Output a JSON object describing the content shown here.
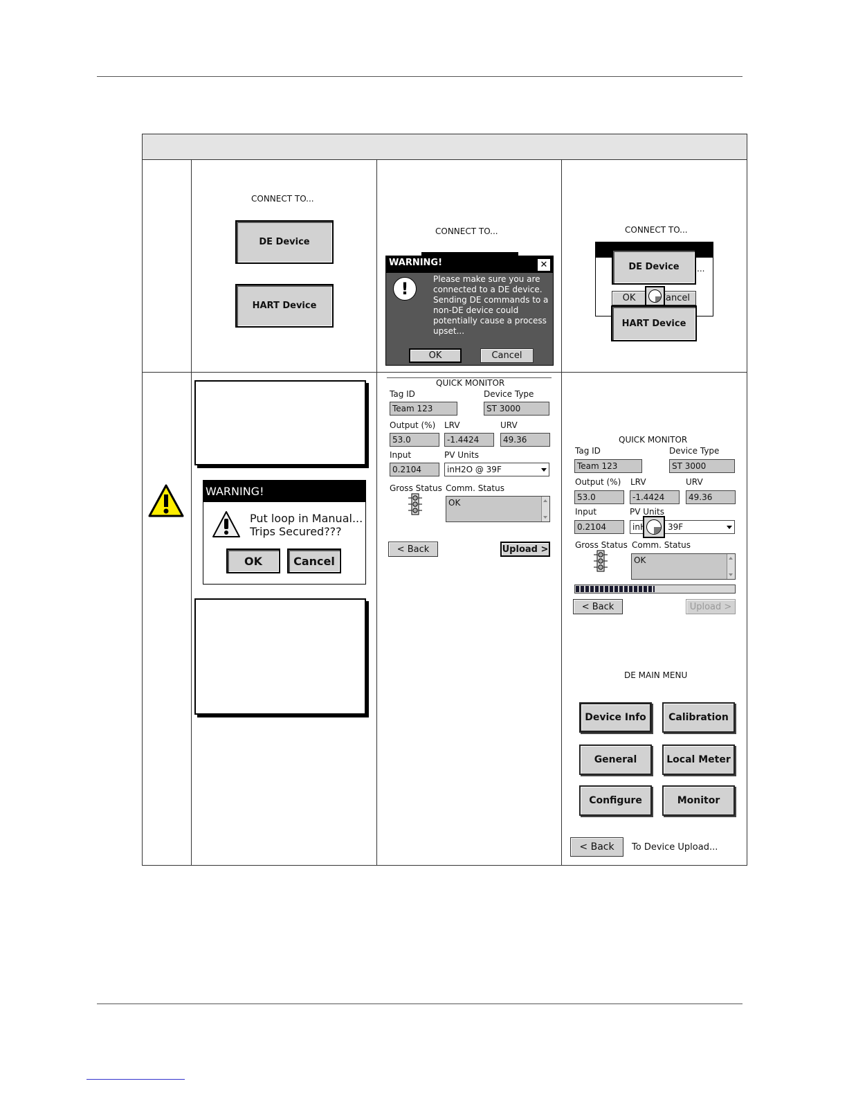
{
  "panel1": {
    "title": "CONNECT TO...",
    "de_button": "DE Device",
    "hart_button": "HART Device"
  },
  "panel2": {
    "title": "CONNECT TO...",
    "warning_title": "WARNING!",
    "close_glyph": "✕",
    "message": "Please make sure you are connected to a DE device. Sending DE commands to a non-DE device could potentially cause a process upset...",
    "ok": "OK",
    "cancel": "Cancel"
  },
  "panel3": {
    "title": "CONNECT TO...",
    "de_button": "DE Device",
    "hart_button": "HART Device",
    "ok": "OK",
    "cancel": "Cancel",
    "ellipsis": "..."
  },
  "manual_warning": {
    "title": "WARNING!",
    "line1": "Put loop in Manual...",
    "line2": "Trips Secured???",
    "ok": "OK",
    "cancel": "Cancel"
  },
  "quick_monitor_1": {
    "title": "QUICK MONITOR",
    "tag_id_label": "Tag ID",
    "tag_id": "Team 123",
    "device_type_label": "Device Type",
    "device_type": "ST 3000",
    "output_label": "Output (%)",
    "output": "53.0",
    "lrv_label": "LRV",
    "lrv": "-1.4424",
    "urv_label": "URV",
    "urv": "49.36",
    "input_label": "Input",
    "input": "0.2104",
    "pv_units_label": "PV Units",
    "pv_units": "inH2O @ 39F",
    "gross_status_label": "Gross Status",
    "comm_status_label": "Comm. Status",
    "comm_status": "OK",
    "back": "< Back",
    "upload": "Upload >"
  },
  "quick_monitor_2": {
    "title": "QUICK MONITOR",
    "tag_id_label": "Tag ID",
    "tag_id": "Team 123",
    "device_type_label": "Device Type",
    "device_type": "ST 3000",
    "output_label": "Output (%)",
    "output": "53.0",
    "lrv_label": "LRV",
    "lrv": "-1.4424",
    "urv_label": "URV",
    "urv": "49.36",
    "input_label": "Input",
    "input": "0.2104",
    "pv_units_label": "PV Units",
    "pv_units_left": "inH",
    "pv_units_right": "39F",
    "gross_status_label": "Gross Status",
    "comm_status_label": "Comm. Status",
    "comm_status": "OK",
    "progress": 0.5,
    "back": "< Back",
    "upload": "Upload >"
  },
  "de_main_menu": {
    "title": "DE MAIN MENU",
    "buttons": [
      "Device Info",
      "Calibration",
      "General",
      "Local Meter",
      "Configure",
      "Monitor"
    ],
    "back": "< Back",
    "status": "To Device Upload..."
  }
}
